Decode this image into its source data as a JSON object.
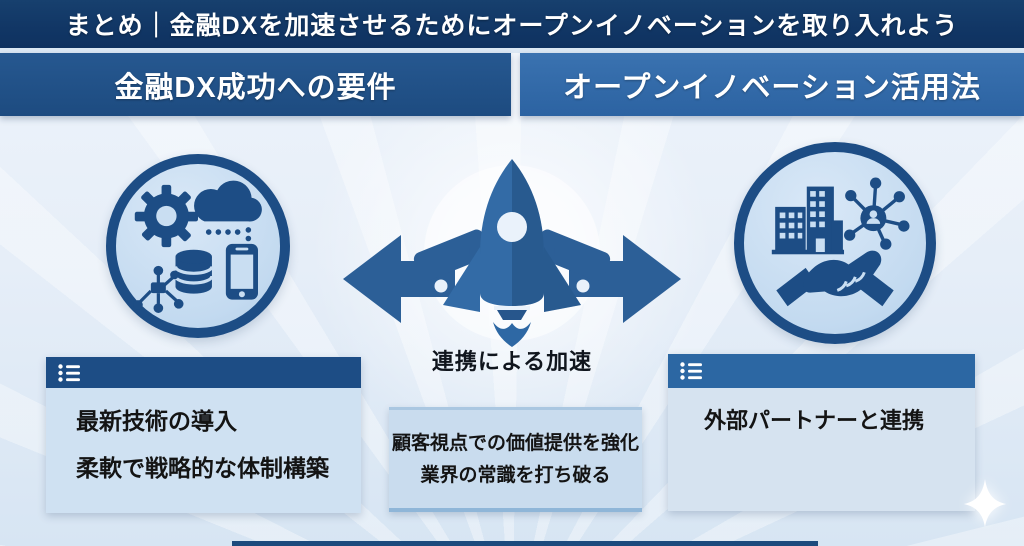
{
  "banner": {
    "title": "まとめ｜金融DXを加速させるためにオープンイノベーションを取り入れよう"
  },
  "headers": {
    "left": "金融DX成功への要件",
    "right": "オープンイノベーション活用法"
  },
  "center": {
    "caption": "連携による加速",
    "box": {
      "lines": [
        "顧客視点での価値提供を強化",
        "業界の常識を打ち破る"
      ]
    }
  },
  "left_panel": {
    "lines": [
      "最新技術の導入",
      "柔軟で戦略的な体制構築"
    ]
  },
  "right_panel": {
    "lines": [
      "外部パートナーと連携"
    ]
  },
  "icons": {
    "left_circle": [
      "gear-icon",
      "cloud-icon",
      "database-icon",
      "smartphone-icon",
      "network-icon"
    ],
    "right_circle": [
      "buildings-icon",
      "share-network-icon",
      "handshake-icon"
    ],
    "center": [
      "rocket-icon",
      "left-arrow-icon",
      "right-arrow-icon",
      "left-hand-icon",
      "right-hand-icon"
    ],
    "panel_headers": "list-icon",
    "decoration": "sparkle-icon"
  },
  "colors": {
    "banner_navy": "#113665",
    "header_left_blue": "#1d4b80",
    "header_right_blue": "#2c63a2",
    "icon_dark_blue": "#1d4d85",
    "circle_fill": "#c3daf0",
    "art_blue": "#2c5f97",
    "panel_left_body": "#cfe1f2",
    "panel_right_body": "#d6e3f0",
    "center_box_fill": "#c9dcee",
    "text_dark": "#141414",
    "background_light": "#e6eef8"
  }
}
